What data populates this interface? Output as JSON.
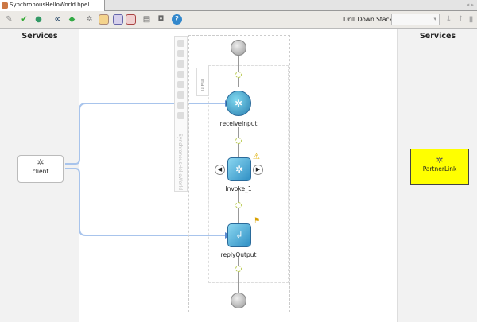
{
  "tab": {
    "title": "SynchronousHelloWorld.bpel"
  },
  "toolbar": {
    "icons": [
      "wrench-icon",
      "validate-check-icon",
      "refresh-icon",
      "binoculars-icon",
      "deploy-icon",
      "gear-icon",
      "book-icon",
      "panel-icon",
      "pdf-icon",
      "print-icon",
      "camera-icon",
      "help-icon"
    ],
    "drill_label": "Drill Down Stack:",
    "drill_value": ""
  },
  "left_panel": {
    "title": "Services",
    "client": "client"
  },
  "right_panel": {
    "title": "Services",
    "partner": "PartnerLink",
    "partner_color": "#ffff00"
  },
  "process": {
    "main_label": "main",
    "side_label": "SynchronousHelloWorld",
    "receive": "receiveInput",
    "invoke": "Invoke_1",
    "reply": "replyOutput"
  }
}
